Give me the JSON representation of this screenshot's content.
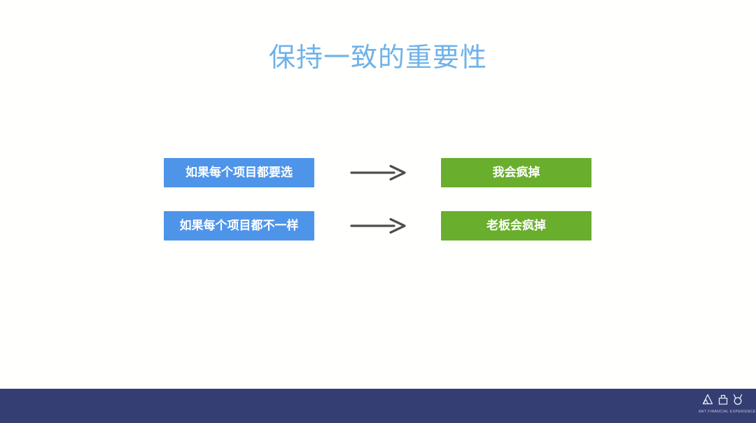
{
  "slide": {
    "title": "保持一致的重要性",
    "rows": [
      {
        "condition": "如果每个项目都要选",
        "result": "我会疯掉"
      },
      {
        "condition": "如果每个项目都不一样",
        "result": "老板会疯掉"
      }
    ]
  },
  "footer": {
    "brand_caption": "ANT FINANCIAL EXPERIENCE"
  },
  "colors": {
    "title": "#6fb2e9",
    "condition_box": "#4e95ea",
    "result_box": "#69ae2c",
    "box_text": "#ffffff",
    "arrow": "#4d4d4d",
    "footer_bar": "#343e73"
  }
}
